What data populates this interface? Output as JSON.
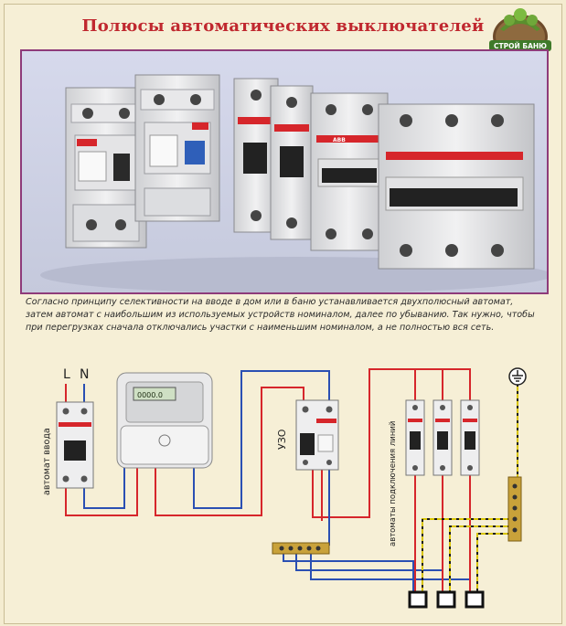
{
  "title": "Полюсы автоматических выключателей",
  "logo": {
    "text": "СТРОЙ БАНЮ"
  },
  "photo": {
    "brand_label": "ABB",
    "products": [
      "rcd-2pole",
      "rcd-2pole-blue-test",
      "breaker-1pole",
      "breaker-1pole",
      "breaker-2pole",
      "breaker-3pole"
    ]
  },
  "caption": "Согласно принципу селективности на вводе в дом или в баню устанавливается двухполюсный автомат, затем автомат с наибольшим из используемых устройств номиналом, далее по убыванию. Так нужно, чтобы при перегрузках сначала отключались участки с наименьшим номиналом, а не полностью вся сеть.",
  "diagram": {
    "phase_label": "L",
    "neutral_label": "N",
    "input_breaker_label": "автомат ввода",
    "meter_display": "0000.0",
    "rcd_label": "УЗО",
    "line_breakers_label": "автоматы подключения линий",
    "colors": {
      "phase": "#d6262b",
      "neutral": "#2a4fb3",
      "ground": "#d8c400",
      "ground_stripe": "#1a1a1a"
    }
  }
}
